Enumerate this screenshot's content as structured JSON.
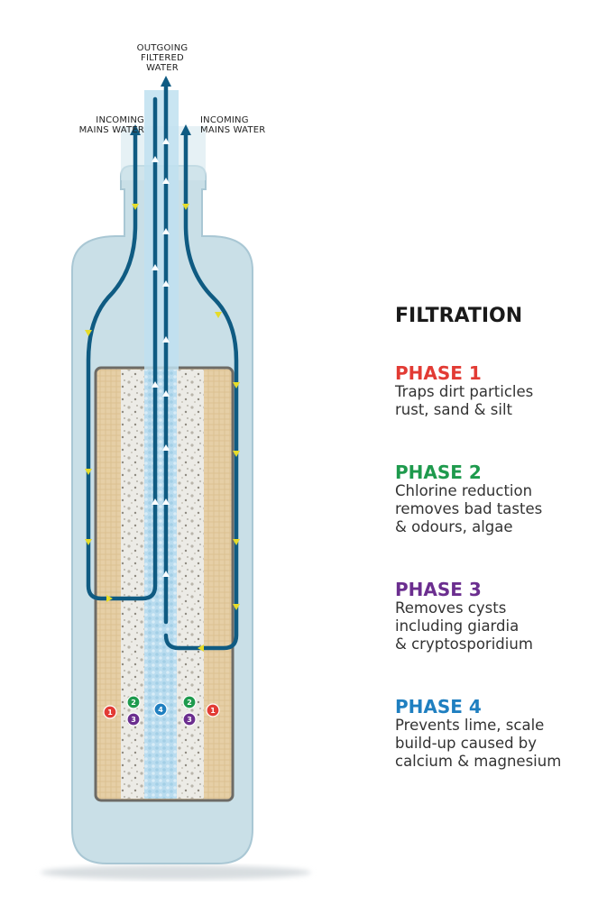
{
  "labels": {
    "outgoing": [
      "OUTGOING",
      "FILTERED",
      "WATER"
    ],
    "incoming_left": [
      "INCOMING",
      "MAINS WATER"
    ],
    "incoming_right": [
      "INCOMING",
      "MAINS WATER"
    ]
  },
  "legend": {
    "title": "FILTRATION",
    "phases": [
      {
        "number": "1",
        "title": "PHASE 1",
        "color": "#e23b34",
        "desc": [
          "Traps dirt particles",
          "rust, sand & silt"
        ]
      },
      {
        "number": "2",
        "title": "PHASE 2",
        "color": "#1e9a4d",
        "desc": [
          "Chlorine reduction",
          "removes bad tastes",
          "& odours, algae"
        ]
      },
      {
        "number": "3",
        "title": "PHASE 3",
        "color": "#6b2e8f",
        "desc": [
          "Removes cysts",
          "including giardia",
          "& cryptosporidium"
        ]
      },
      {
        "number": "4",
        "title": "PHASE 4",
        "color": "#1f7fc0",
        "desc": [
          "Prevents lime, scale",
          "build-up caused by",
          "calcium & magnesium"
        ]
      }
    ]
  },
  "colors": {
    "housing": "#c9dfe7",
    "housing_edge": "#a9c7d4",
    "pipe": "#0f5b82",
    "arrow_in": "#e6dc2a",
    "arrow_out": "#ffffff",
    "outer_media": "#e6cfa6",
    "ceramic": "#eeeeea",
    "core": "#b9dcef"
  }
}
